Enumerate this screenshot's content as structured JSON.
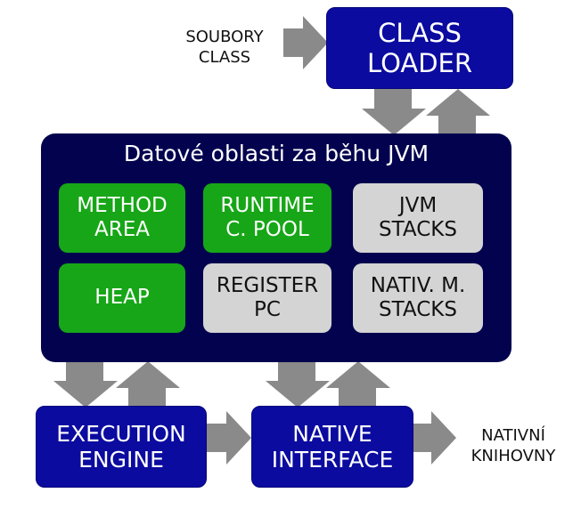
{
  "colors": {
    "process_box": "#0b0ba0",
    "runtime_area": "#02024e",
    "green_area": "#17a617",
    "gray_area": "#d4d4d4",
    "arrow": "#8a8a8a"
  },
  "inputs": {
    "class_files": "SOUBORY\nCLASS"
  },
  "outputs": {
    "native_libraries": "NATIVNÍ\nKNIHOVNY"
  },
  "class_loader": {
    "label": "CLASS\nLOADER"
  },
  "runtime": {
    "title": "Datové oblasti za běhu JVM",
    "areas": {
      "method_area": "METHOD\nAREA",
      "runtime_pool": "RUNTIME\nC. POOL",
      "jvm_stacks": "JVM\nSTACKS",
      "heap": "HEAP",
      "register_pc": "REGISTER\nPC",
      "native_stacks": "NATIV. M.\nSTACKS"
    }
  },
  "execution_engine": {
    "label": "EXECUTION\nENGINE"
  },
  "native_interface": {
    "label": "NATIVE\nINTERFACE"
  }
}
